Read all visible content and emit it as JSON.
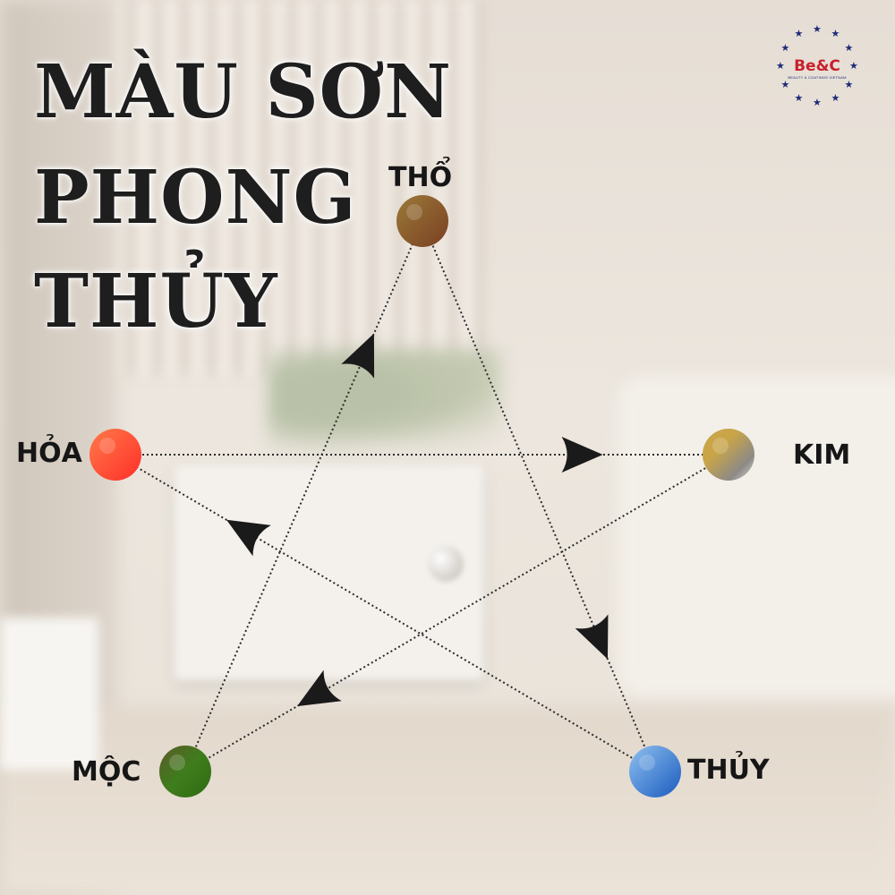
{
  "title": {
    "line1": "MÀU SƠN",
    "line2": "PHONG",
    "line3": "THỦY"
  },
  "logo": {
    "text": "Be&C",
    "subtext": "BEAUTY & COATINGS VIETNAM",
    "star_color": "#1e2a78",
    "text_color": "#c8202b"
  },
  "elements": {
    "tho": {
      "label": "THỔ",
      "color": "#8a5a2c"
    },
    "kim": {
      "label": "KIM",
      "color": "#b8a060"
    },
    "thuy": {
      "label": "THỦY",
      "color": "#4a86d0"
    },
    "moc": {
      "label": "MỘC",
      "color": "#3f7a1c"
    },
    "hoa": {
      "label": "HỎA",
      "color": "#ff5535"
    }
  },
  "edges": [
    {
      "from": "tho",
      "to": "thuy"
    },
    {
      "from": "thuy",
      "to": "hoa"
    },
    {
      "from": "hoa",
      "to": "kim"
    },
    {
      "from": "kim",
      "to": "moc"
    },
    {
      "from": "moc",
      "to": "tho"
    }
  ]
}
